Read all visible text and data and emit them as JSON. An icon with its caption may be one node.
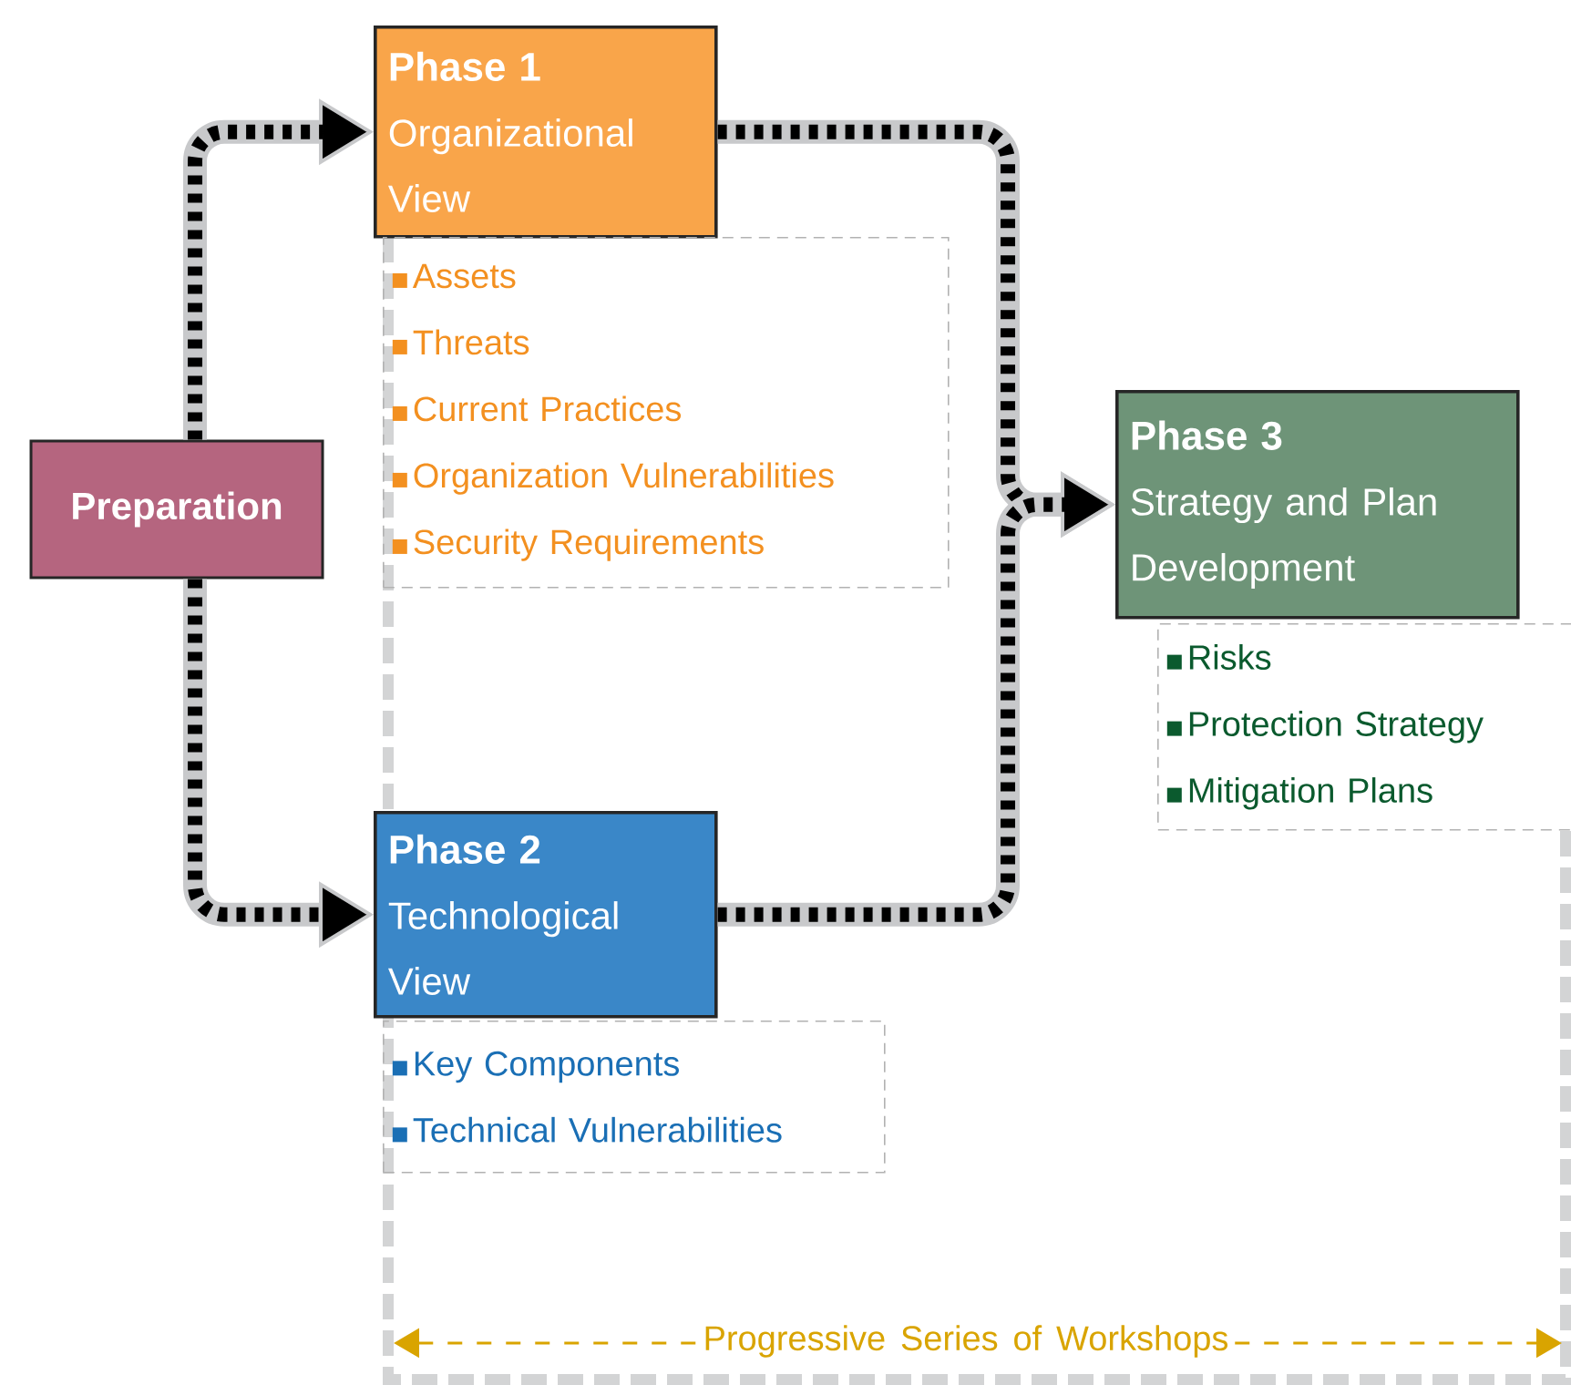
{
  "diagram": {
    "nodes": [
      {
        "text": [
          "Preparation"
        ]
      },
      {
        "text": [
          "Phase 1",
          "Organizational View"
        ]
      },
      {
        "text": [
          "Assets",
          "Threats",
          "Current Practices",
          "Organization Vulnerabilities",
          "Security Requirements"
        ]
      },
      {
        "text": [
          "Phase 2",
          "Technological View"
        ]
      },
      {
        "text": [
          "Key Components",
          "Technical Vulnerabilities"
        ]
      },
      {
        "text": [
          "Phase 3",
          "Strategy and Plan Development"
        ]
      },
      {
        "text": [
          "Risks",
          "Protection Strategy",
          "Mitigation Plans"
        ]
      }
    ],
    "edges": [
      {
        "from": 0,
        "to": 1,
        "arrow": "to"
      },
      {
        "from": 0,
        "to": 3,
        "arrow": "to"
      },
      {
        "from": 1,
        "to": 5,
        "arrow": "to"
      },
      {
        "from": 3,
        "to": 5,
        "arrow": "to"
      }
    ],
    "labels": [
      "Progressive Series of Workshops"
    ]
  }
}
